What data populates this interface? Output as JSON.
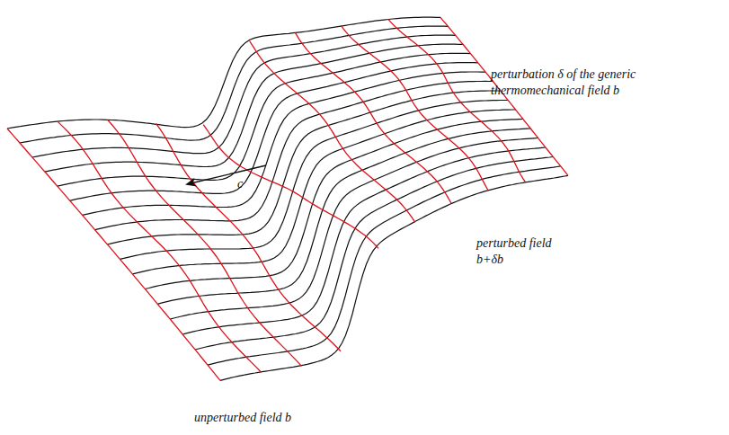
{
  "diagram": {
    "labels": [
      "perturbation δ of the generic thermomechanical field b",
      "perturbed field b+δb",
      "unperturbed field b",
      "c"
    ]
  }
}
